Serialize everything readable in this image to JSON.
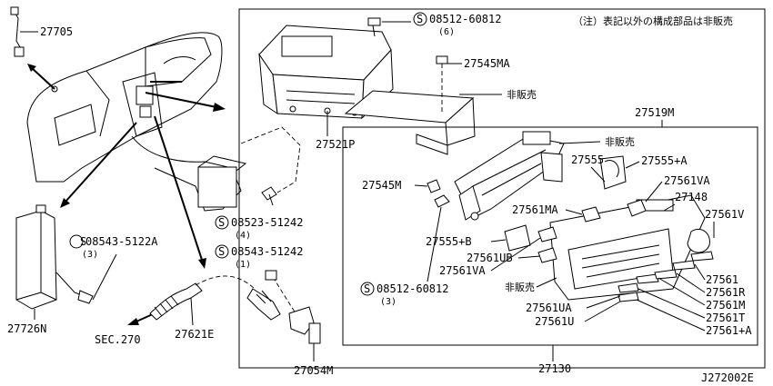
{
  "diagram_id": "J272002E",
  "note": "（注）表記以外の構成部品は非販売",
  "not_for_sale": "非販売",
  "screw_symbol": "S",
  "parts": {
    "p27705": "27705",
    "p27726N": "27726N",
    "p27621E": "27621E",
    "p27054M": "27054M",
    "sec270": "SEC.270",
    "p27521P": "27521P",
    "p27545MA": "27545MA",
    "p27519M": "27519M",
    "p27555": "27555",
    "p27555A": "27555+A",
    "p27561VA_top": "27561VA",
    "p27148": "27148",
    "p27561V": "27561V",
    "p27545M": "27545M",
    "p27561MA": "27561MA",
    "p27555B": "27555+B",
    "p27561UB": "27561UB",
    "p27561VA_mid": "27561VA",
    "p27561": "27561",
    "p27561R": "27561R",
    "p27561M": "27561M",
    "p27561T": "27561T",
    "p27561A": "27561+A",
    "p27561UA": "27561UA",
    "p27561U": "27561U",
    "p27130": "27130"
  },
  "screws": {
    "s1": {
      "num": "08512-60812",
      "qty": "(6)"
    },
    "s2": {
      "num": "08523-51242",
      "qty": "(4)"
    },
    "s3": {
      "num": "08543-51242",
      "qty": "(1)"
    },
    "s4": {
      "num": "08543-5122A",
      "qty": "(3)"
    },
    "s5": {
      "num": "08512-60812",
      "qty": "(3)"
    }
  }
}
